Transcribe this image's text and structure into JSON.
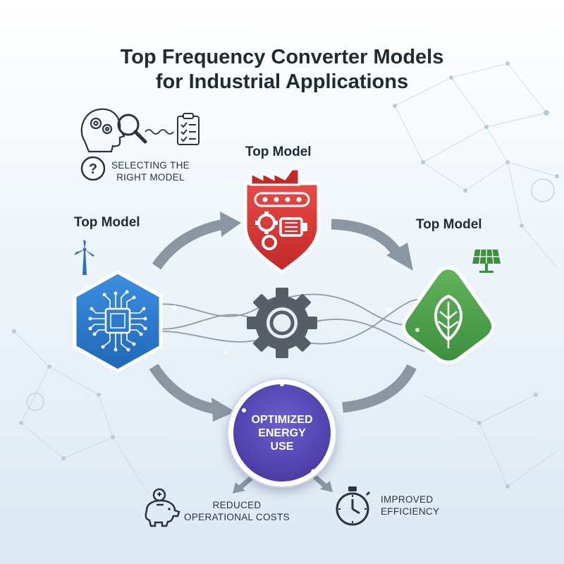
{
  "title": {
    "line1": "Top Frequency Converter Models",
    "line2": "for Industrial Applications"
  },
  "selecting": {
    "line1": "SELECTING THE",
    "line2": "RIGHT MODEL"
  },
  "models": [
    {
      "label": "Top Model",
      "icon": "factory-gears-icon",
      "color": "#d93a3a"
    },
    {
      "label": "Top Model",
      "icon": "circuit-chip-icon",
      "color": "#2f7fd0"
    },
    {
      "label": "Top Model",
      "icon": "leaf-icon",
      "color": "#4aa54a"
    }
  ],
  "center": {
    "line1": "OPTIMIZED",
    "line2": "ENERGY",
    "line3": "USE",
    "color": "#5143ae"
  },
  "results": [
    {
      "line1": "REDUCED",
      "line2": "OPERATIONAL COSTS",
      "icon": "piggy-bank-icon"
    },
    {
      "line1": "IMPROVED",
      "line2": "EFFICIENCY",
      "icon": "stopwatch-icon"
    }
  ],
  "accents": {
    "arrow": "#8a97a3",
    "gear": "#565f68",
    "text": "#1f2a33"
  }
}
